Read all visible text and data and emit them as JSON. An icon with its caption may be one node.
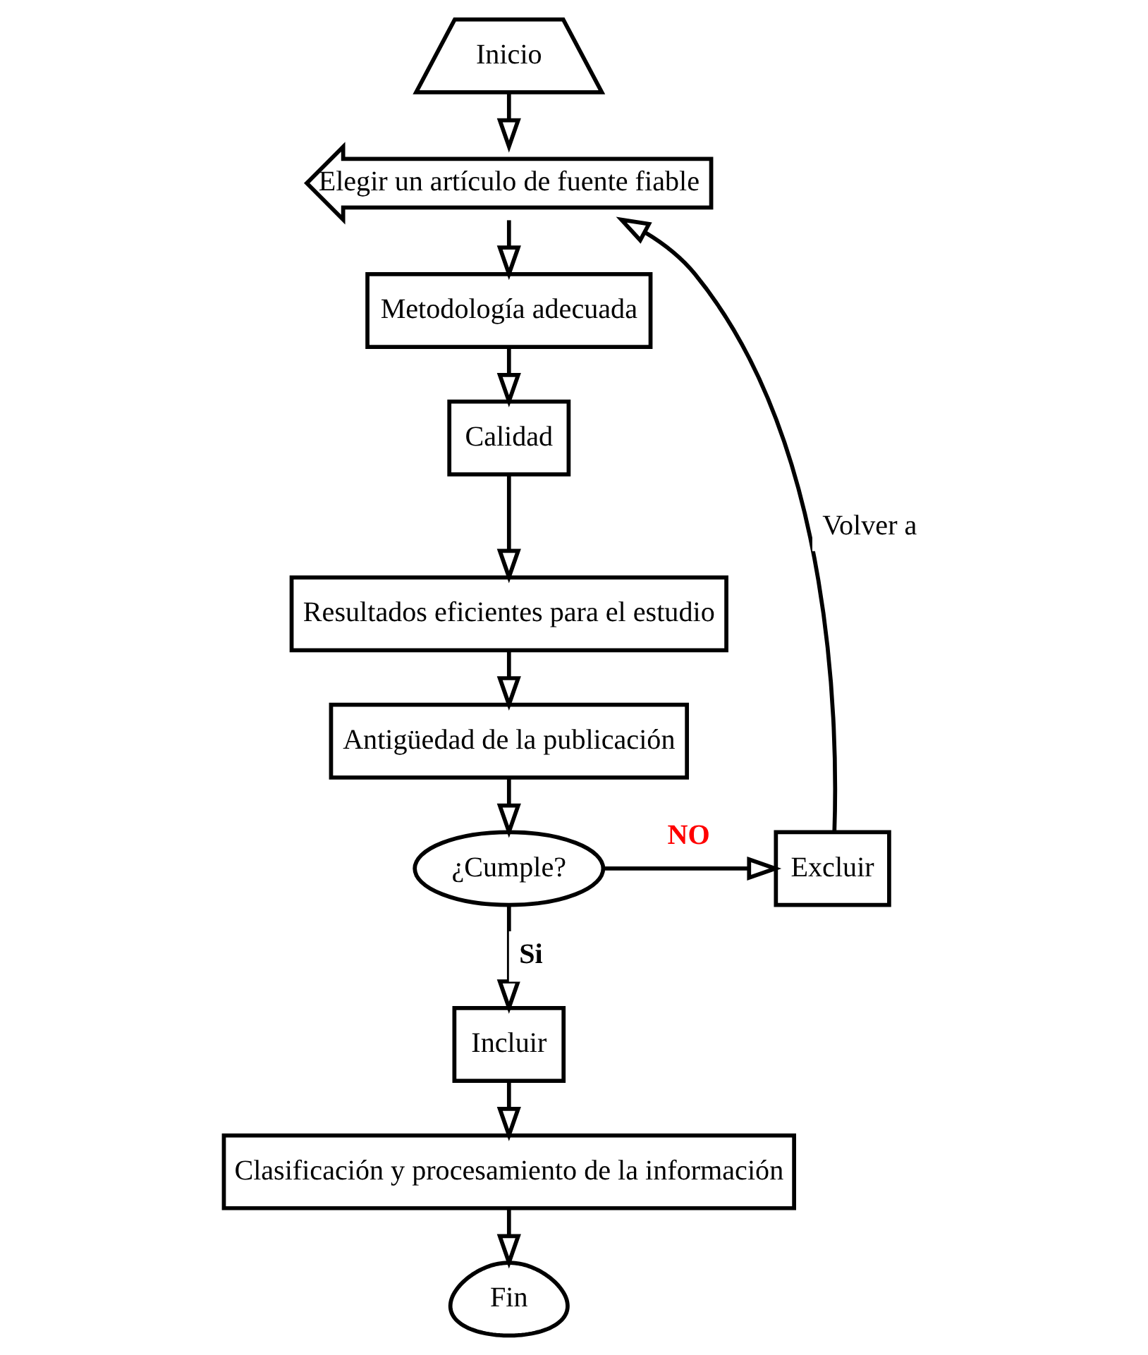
{
  "diagram": {
    "nodes": [
      {
        "text": [
          "Inicio"
        ]
      },
      {
        "text": [
          "Elegir un artículo de fuente fiable"
        ]
      },
      {
        "text": [
          "Metodología adecuada"
        ]
      },
      {
        "text": [
          "Calidad"
        ]
      },
      {
        "text": [
          "Resultados eficientes para el estudio"
        ]
      },
      {
        "text": [
          "Antigüedad de la publicación"
        ]
      },
      {
        "text": [
          "¿Cumple?"
        ]
      },
      {
        "text": [
          "Excluir"
        ]
      },
      {
        "text": [
          "Incluir"
        ]
      },
      {
        "text": [
          "Clasificación y procesamiento de la información"
        ]
      },
      {
        "text": [
          "Fin"
        ]
      }
    ],
    "edges": [
      {
        "from": 0,
        "to": 1,
        "arrow": "to"
      },
      {
        "from": 1,
        "to": 2,
        "arrow": "to"
      },
      {
        "from": 2,
        "to": 3,
        "arrow": "to"
      },
      {
        "from": 3,
        "to": 4,
        "arrow": "to"
      },
      {
        "from": 4,
        "to": 5,
        "arrow": "to"
      },
      {
        "from": 5,
        "to": 6,
        "arrow": "to"
      },
      {
        "from": 6,
        "to": 7,
        "arrow": "to",
        "label": "NO"
      },
      {
        "from": 7,
        "to": 1,
        "arrow": "to",
        "label": "Volver a"
      },
      {
        "from": 6,
        "to": 8,
        "arrow": "to",
        "label": "Si"
      },
      {
        "from": 8,
        "to": 9,
        "arrow": "to"
      },
      {
        "from": 9,
        "to": 10,
        "arrow": "to"
      }
    ]
  }
}
